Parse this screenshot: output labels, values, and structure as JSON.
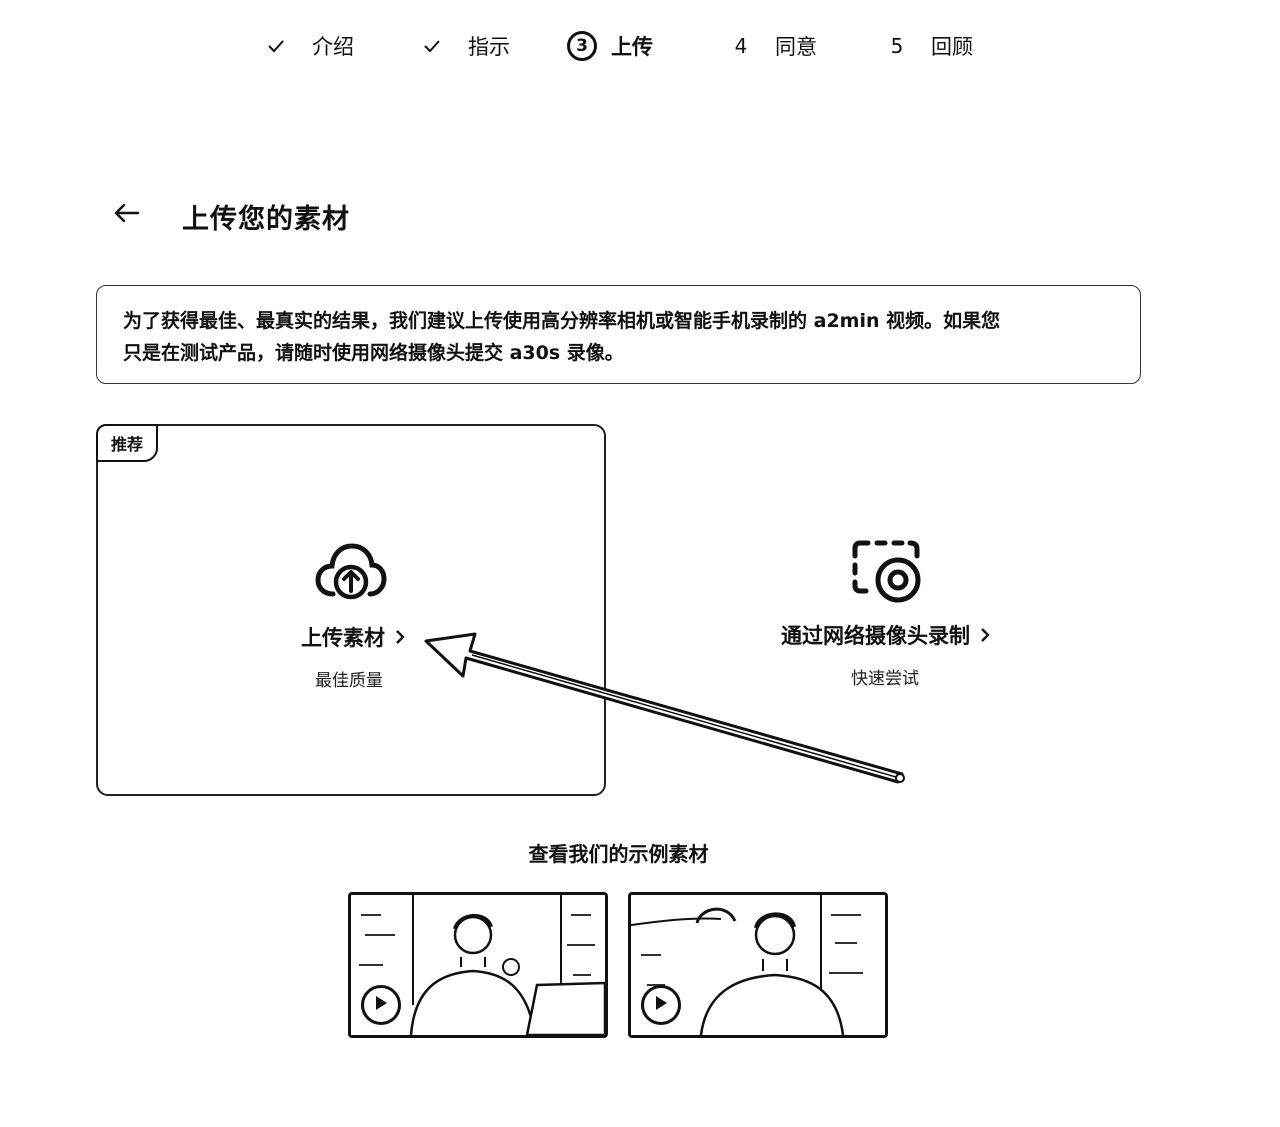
{
  "stepper": {
    "steps": [
      {
        "label": "介绍",
        "state": "done",
        "icon": "check-icon"
      },
      {
        "label": "指示",
        "state": "done",
        "icon": "check-icon"
      },
      {
        "number": "3",
        "label": "上传",
        "state": "active"
      },
      {
        "number": "4",
        "label": "同意",
        "state": "pending"
      },
      {
        "number": "5",
        "label": "回顾",
        "state": "pending"
      }
    ]
  },
  "header": {
    "back_icon": "arrow-left-icon",
    "title": "上传您的素材"
  },
  "notice": {
    "line1": "为了获得最佳、最真实的结果，我们建议上传使用高分辨率相机或智能手机录制的 a2min 视频。如果您",
    "line2": "只是在测试产品，请随时使用网络摄像头提交 a30s 录像。"
  },
  "options": {
    "upload": {
      "badge": "推荐",
      "icon": "cloud-upload-icon",
      "title": "上传素材",
      "subtitle": "最佳质量"
    },
    "webcam": {
      "icon": "webcam-record-icon",
      "title": "通过网络摄像头录制",
      "subtitle": "快速尝试"
    }
  },
  "examples": {
    "title": "查看我们的示例素材",
    "videos": [
      {
        "play_icon": "play-icon"
      },
      {
        "play_icon": "play-icon"
      }
    ]
  },
  "colors": {
    "ink": "#111111",
    "background": "#ffffff"
  }
}
